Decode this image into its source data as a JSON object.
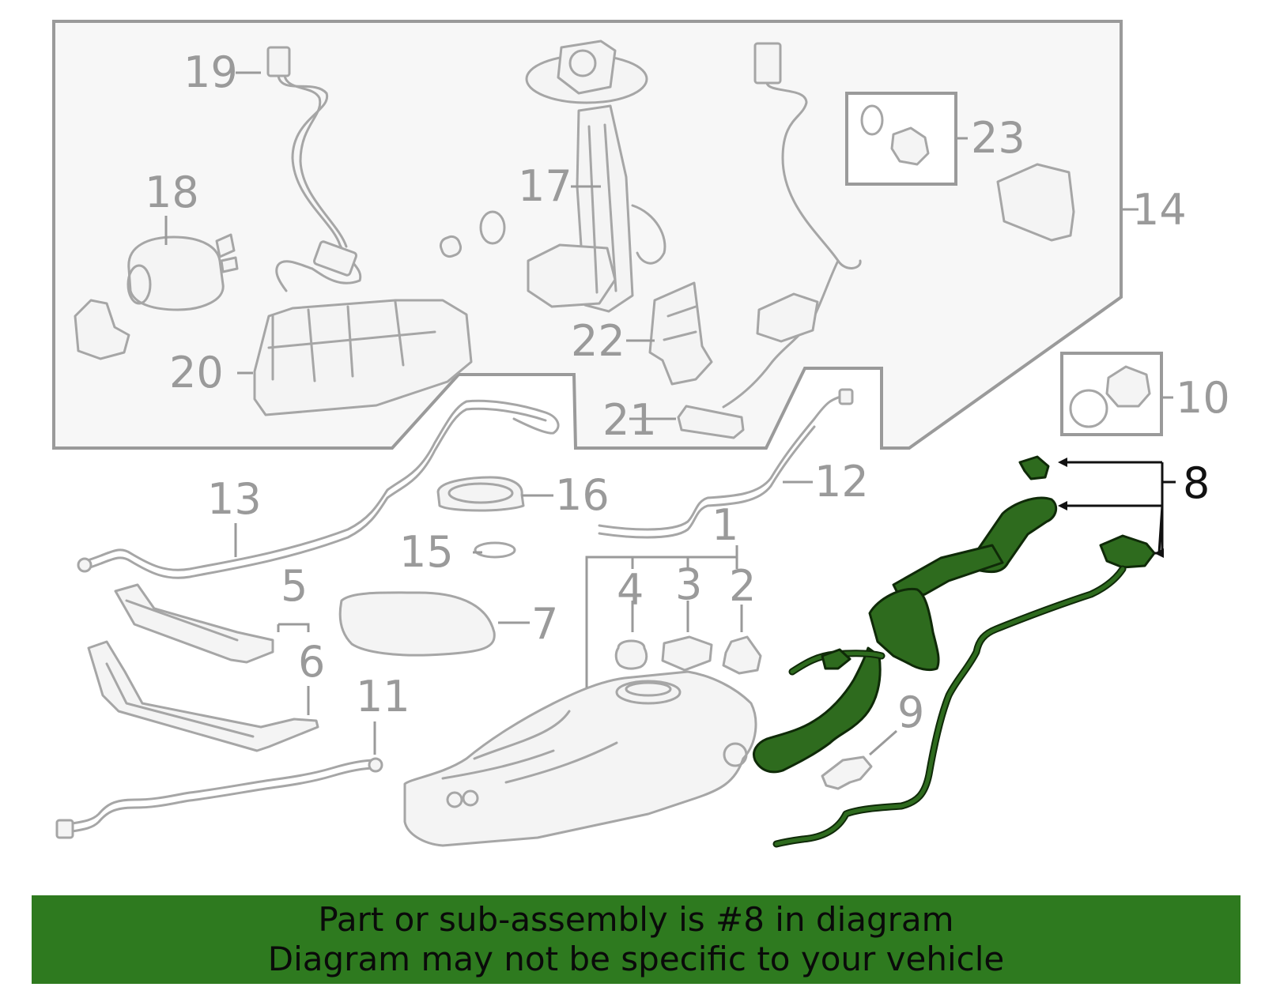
{
  "colors": {
    "highlight": "#2e7a1f",
    "part_gray": "#a6a6a6",
    "label_gray": "#9a9a9a",
    "highlight_label": "#111111"
  },
  "callouts": {
    "c1": "1",
    "c2": "2",
    "c3": "3",
    "c4": "4",
    "c5": "5",
    "c6": "6",
    "c7": "7",
    "c8": "8",
    "c9": "9",
    "c10": "10",
    "c11": "11",
    "c12": "12",
    "c13": "13",
    "c14": "14",
    "c15": "15",
    "c16": "16",
    "c17": "17",
    "c18": "18",
    "c19": "19",
    "c20": "20",
    "c21": "21",
    "c22": "22",
    "c23": "23"
  },
  "highlighted_part": "8",
  "banner": {
    "line1": "Part or sub-assembly is #8 in diagram",
    "line2": "Diagram may not be specific to your vehicle"
  }
}
